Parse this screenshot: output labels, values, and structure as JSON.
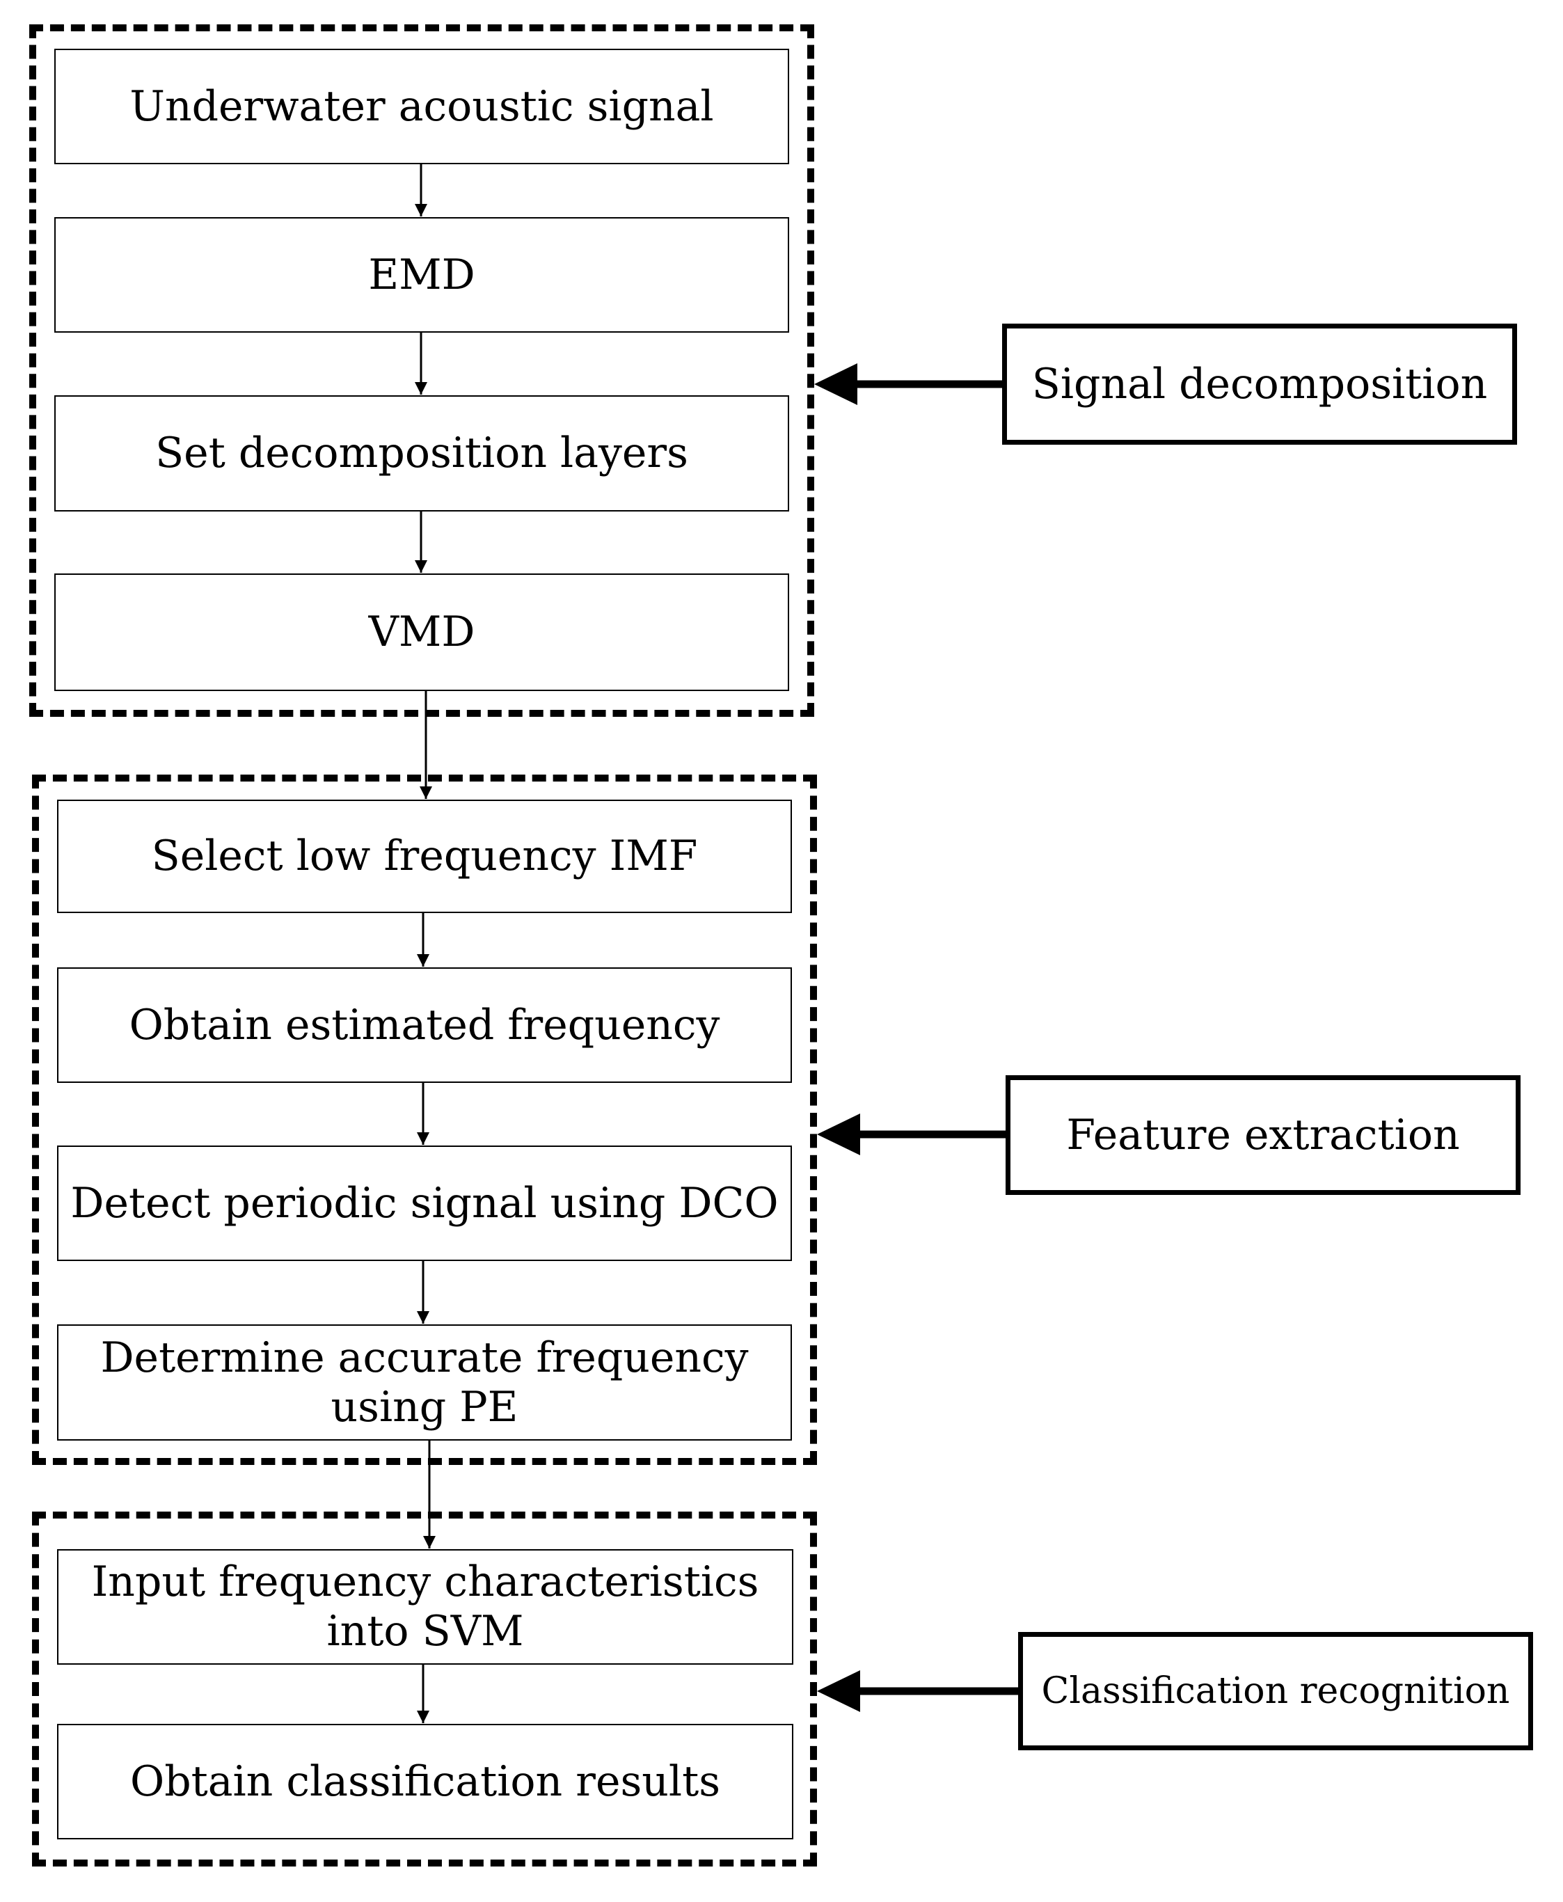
{
  "groups": [
    {
      "label": "Signal decomposition",
      "steps": [
        "Underwater acoustic signal",
        "EMD",
        "Set  decomposition layers",
        "VMD"
      ]
    },
    {
      "label": "Feature extraction",
      "steps": [
        "Select low frequency IMF",
        "Obtain estimated frequency",
        "Detect periodic signal using DCO",
        "Determine accurate frequency\nusing PE"
      ]
    },
    {
      "label": "Classification recognition",
      "steps": [
        "Input frequency characteristics\ninto SVM",
        "Obtain classification results"
      ]
    }
  ]
}
